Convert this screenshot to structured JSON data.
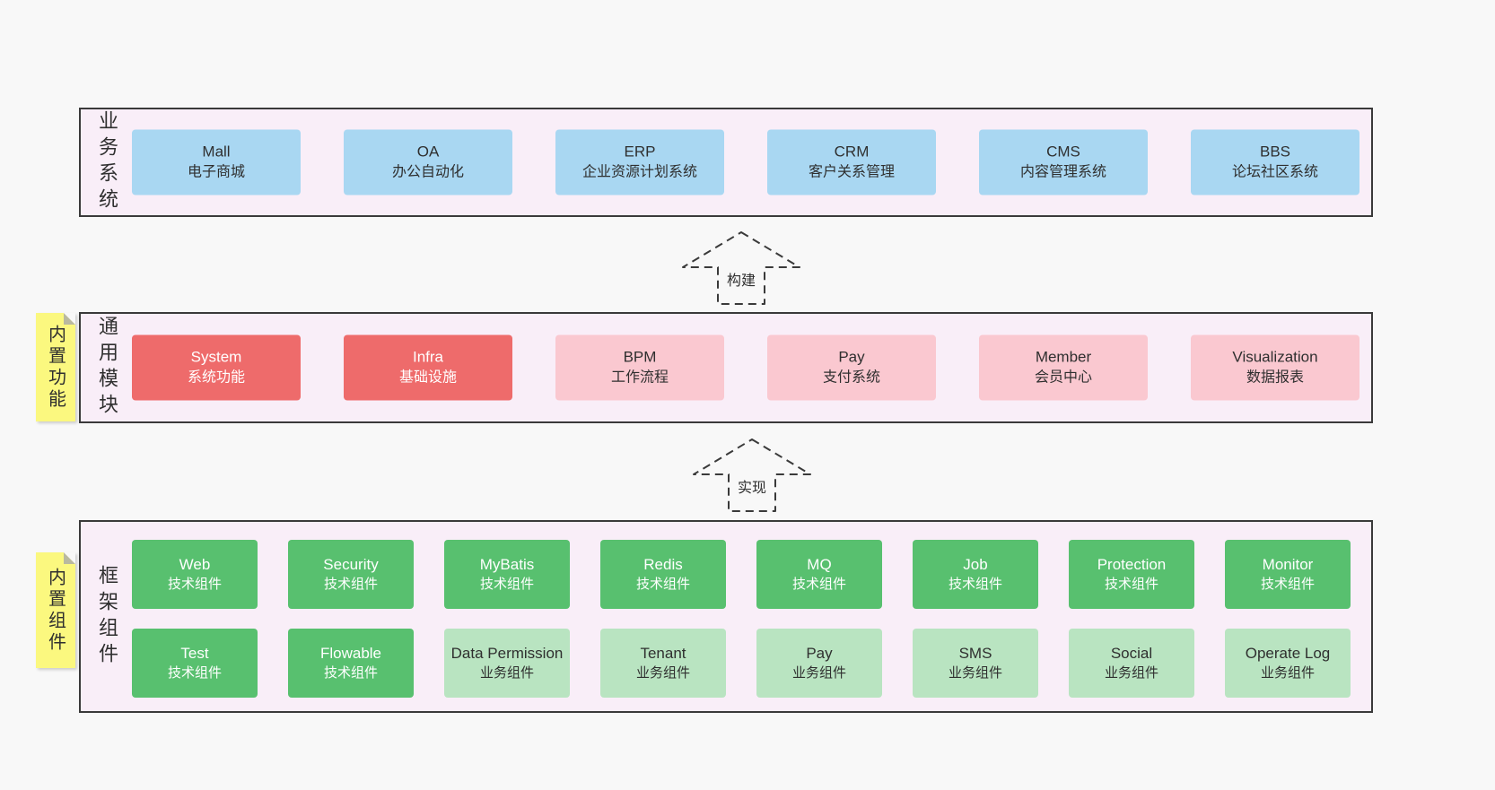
{
  "palette": {
    "page_bg": "#f8f8f8",
    "layer_bg": "#f9eef8",
    "layer_border": "#3a3a3a",
    "blue_box": "#a9d7f2",
    "red_box": "#ee6b6b",
    "pink_box": "#fac8d0",
    "green_dark_box": "#58c06f",
    "green_light_box": "#b9e4c1",
    "sticky_yellow": "#fbf87f",
    "text_dark": "#2f2f2f",
    "text_light": "#ffffff"
  },
  "arrows": [
    {
      "label": "构建"
    },
    {
      "label": "实现"
    }
  ],
  "stickies": [
    {
      "label": "内置功能"
    },
    {
      "label": "内置组件"
    }
  ],
  "layers": [
    {
      "side_label": "业务系统",
      "items": [
        {
          "title": "Mall",
          "subtitle": "电子商城",
          "variant": "blue"
        },
        {
          "title": "OA",
          "subtitle": "办公自动化",
          "variant": "blue"
        },
        {
          "title": "ERP",
          "subtitle": "企业资源计划系统",
          "variant": "blue"
        },
        {
          "title": "CRM",
          "subtitle": "客户关系管理",
          "variant": "blue"
        },
        {
          "title": "CMS",
          "subtitle": "内容管理系统",
          "variant": "blue"
        },
        {
          "title": "BBS",
          "subtitle": "论坛社区系统",
          "variant": "blue"
        }
      ]
    },
    {
      "side_label": "通用模块",
      "items": [
        {
          "title": "System",
          "subtitle": "系统功能",
          "variant": "red"
        },
        {
          "title": "Infra",
          "subtitle": "基础设施",
          "variant": "red"
        },
        {
          "title": "BPM",
          "subtitle": "工作流程",
          "variant": "pink"
        },
        {
          "title": "Pay",
          "subtitle": "支付系统",
          "variant": "pink"
        },
        {
          "title": "Member",
          "subtitle": "会员中心",
          "variant": "pink"
        },
        {
          "title": "Visualization",
          "subtitle": "数据报表",
          "variant": "pink"
        }
      ]
    },
    {
      "side_label": "框架组件",
      "rows": [
        [
          {
            "title": "Web",
            "subtitle": "技术组件",
            "variant": "green-dark"
          },
          {
            "title": "Security",
            "subtitle": "技术组件",
            "variant": "green-dark"
          },
          {
            "title": "MyBatis",
            "subtitle": "技术组件",
            "variant": "green-dark"
          },
          {
            "title": "Redis",
            "subtitle": "技术组件",
            "variant": "green-dark"
          },
          {
            "title": "MQ",
            "subtitle": "技术组件",
            "variant": "green-dark"
          },
          {
            "title": "Job",
            "subtitle": "技术组件",
            "variant": "green-dark"
          },
          {
            "title": "Protection",
            "subtitle": "技术组件",
            "variant": "green-dark"
          },
          {
            "title": "Monitor",
            "subtitle": "技术组件",
            "variant": "green-dark"
          }
        ],
        [
          {
            "title": "Test",
            "subtitle": "技术组件",
            "variant": "green-dark"
          },
          {
            "title": "Flowable",
            "subtitle": "技术组件",
            "variant": "green-dark"
          },
          {
            "title": "Data Permission",
            "subtitle": "业务组件",
            "variant": "green-light"
          },
          {
            "title": "Tenant",
            "subtitle": "业务组件",
            "variant": "green-light"
          },
          {
            "title": "Pay",
            "subtitle": "业务组件",
            "variant": "green-light"
          },
          {
            "title": "SMS",
            "subtitle": "业务组件",
            "variant": "green-light"
          },
          {
            "title": "Social",
            "subtitle": "业务组件",
            "variant": "green-light"
          },
          {
            "title": "Operate Log",
            "subtitle": "业务组件",
            "variant": "green-light"
          }
        ]
      ]
    }
  ]
}
